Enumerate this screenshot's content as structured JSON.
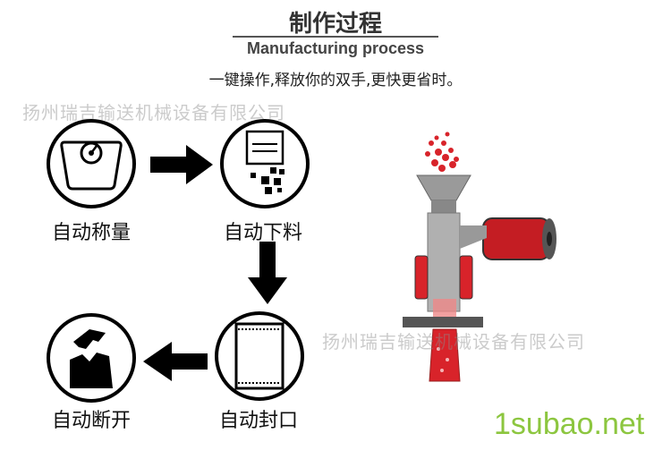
{
  "header": {
    "title": "制作过程",
    "subtitle": "Manufacturing process",
    "tagline": "一键操作,释放你的双手,更快更省时。"
  },
  "watermark": "扬州瑞吉输送机械设备有限公司",
  "site": "1subao.net",
  "steps": [
    {
      "label": "自动称量",
      "icon": "scale-icon"
    },
    {
      "label": "自动下料",
      "icon": "feeding-icon"
    },
    {
      "label": "自动封口",
      "icon": "sealing-icon"
    },
    {
      "label": "自动断开",
      "icon": "cutting-icon"
    }
  ],
  "colors": {
    "accent": "#000000",
    "site": "#8cc63f",
    "product": "#d8232a"
  }
}
